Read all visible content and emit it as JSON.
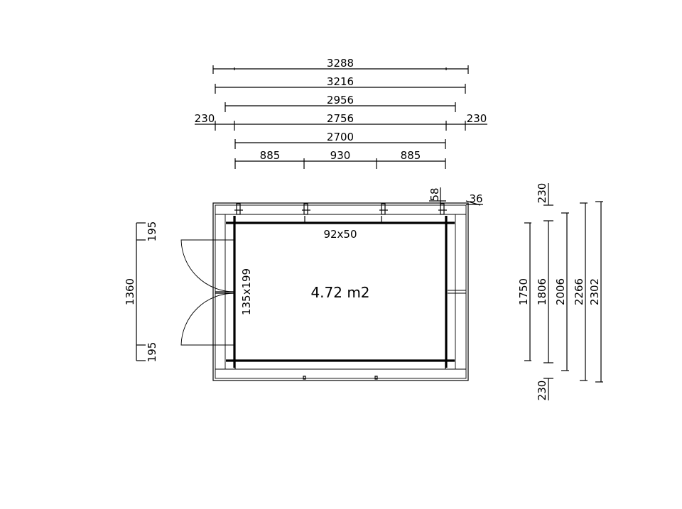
{
  "plan": {
    "area": "4.72 m2",
    "beam": "92x50",
    "post": "135x199"
  },
  "top_dims": {
    "d3288": "3288",
    "d3216": "3216",
    "d2956": "2956",
    "d2756": "2756",
    "d2700": "2700",
    "d230_left": "230",
    "d230_right": "230",
    "seg_left": "885",
    "seg_mid": "930",
    "seg_right": "885"
  },
  "detail_dims": {
    "d58": "58",
    "d36": "36"
  },
  "left_dims": {
    "d195_top": "195",
    "d1360": "1360",
    "d195_bottom": "195"
  },
  "right_dims": {
    "d230_top": "230",
    "d1750": "1750",
    "d1806": "1806",
    "d2006": "2006",
    "d2266": "2266",
    "d2302": "2302",
    "d230_bottom": "230"
  }
}
